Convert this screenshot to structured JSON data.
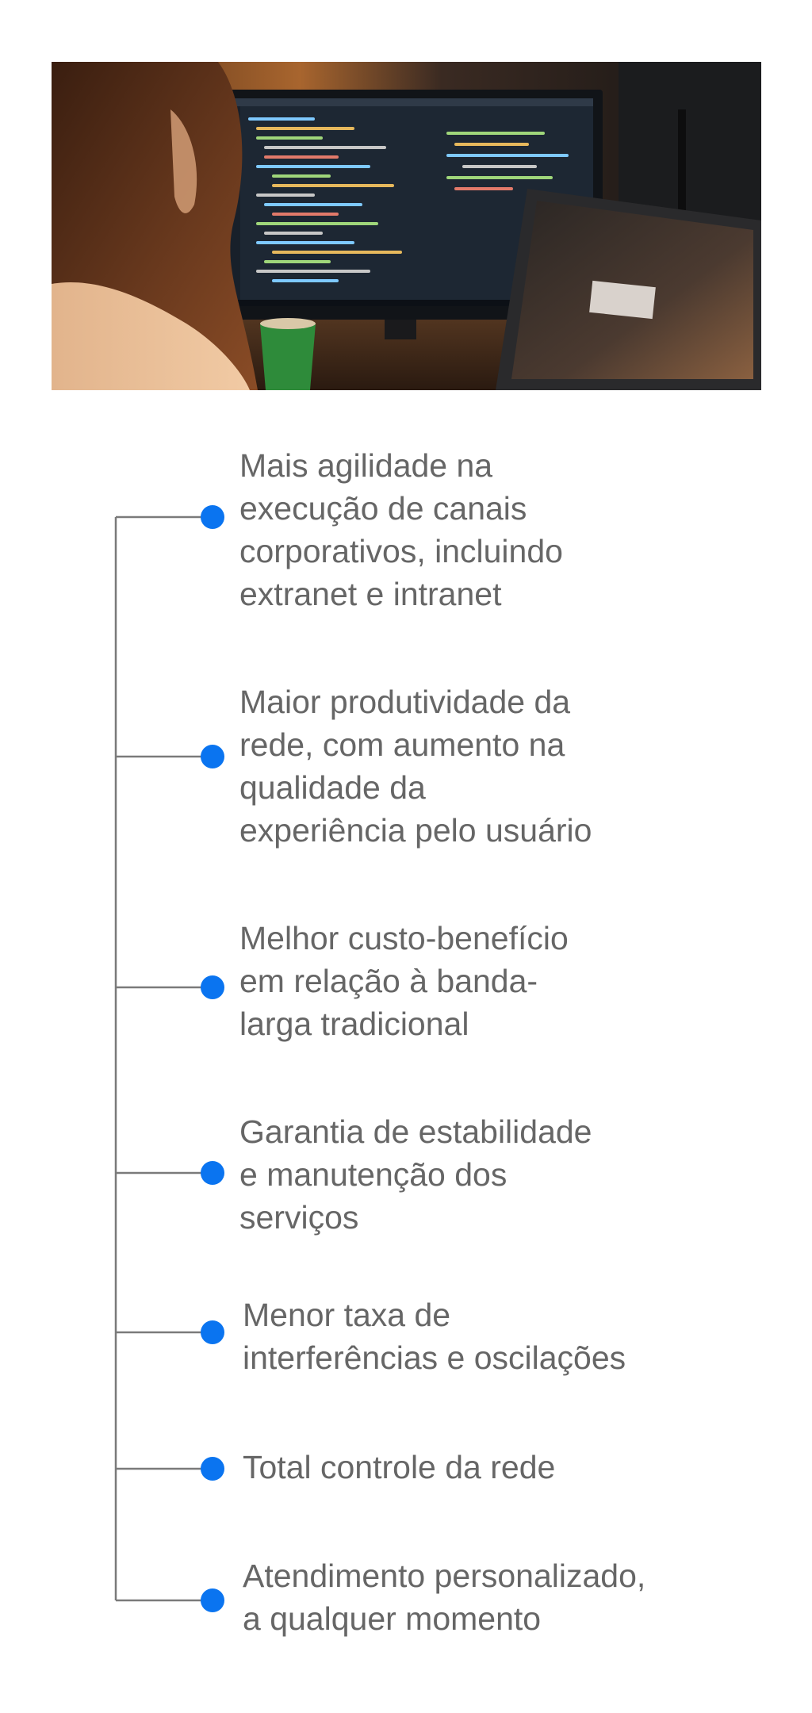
{
  "colors": {
    "text": "#666666",
    "bullet": "#0a74f0",
    "line": "#7a7a7a"
  },
  "hero_image": {
    "icon": "developer-at-computer-photo"
  },
  "benefits": [
    {
      "lines": [
        "Mais agilidade na",
        "execução de canais",
        "corporativos, incluindo",
        "extranet e intranet"
      ]
    },
    {
      "lines": [
        "Maior produtividade da",
        "rede, com aumento na",
        "qualidade da",
        "experiência pelo usuário"
      ]
    },
    {
      "lines": [
        "Melhor custo-benefício",
        "em relação à banda-",
        "larga tradicional"
      ]
    },
    {
      "lines": [
        "Garantia de estabilidade",
        "e manutenção dos",
        "serviços"
      ]
    },
    {
      "lines": [
        "Menor taxa de",
        "interferências e oscilações"
      ]
    },
    {
      "lines": [
        "Total controle da rede"
      ]
    },
    {
      "lines": [
        "Atendimento personalizado,",
        "a qualquer momento"
      ]
    }
  ]
}
